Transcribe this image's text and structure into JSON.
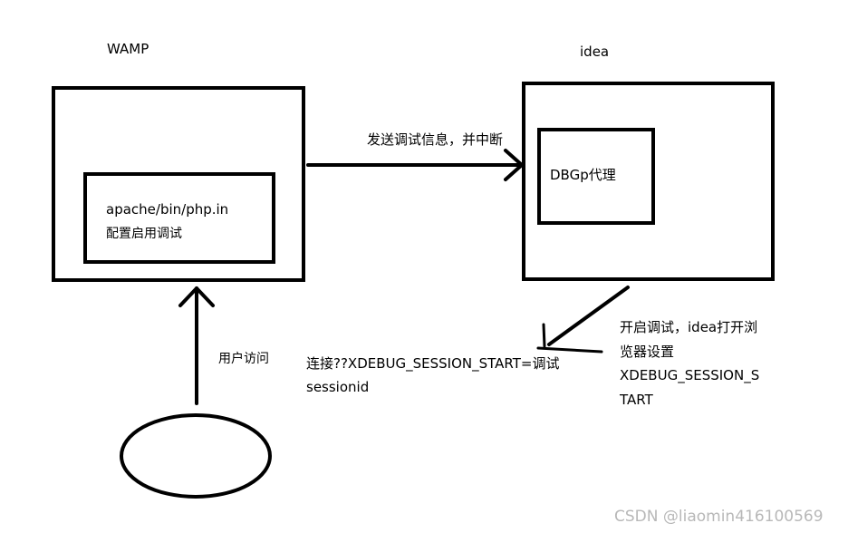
{
  "wamp_title": "WAMP",
  "idea_title": "idea",
  "inner_box": {
    "line1": "apache/bin/php.in",
    "line2": "配置启用调试"
  },
  "dbgp_label": "DBGp代理",
  "send_arrow_label": "发送调试信息，并中断",
  "user_access_label": "用户访问",
  "connect_label": {
    "line1": "连接??XDEBUG_SESSION_START=调试",
    "line2": "sessionid"
  },
  "idea_note": {
    "line1": "开启调试，idea打开浏",
    "line2": "览器设置",
    "line3": "XDEBUG_SESSION_S",
    "line4": "TART"
  },
  "watermark": "CSDN @liaomin416100569"
}
